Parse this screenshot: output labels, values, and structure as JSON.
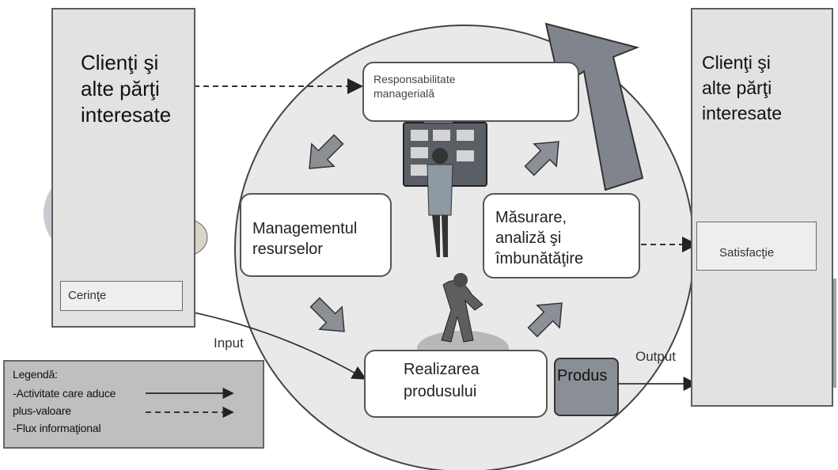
{
  "left_panel": {
    "title_lines": [
      "Clienţi şi",
      "alte părţi",
      "interesate"
    ],
    "box_label": "Cerinţe"
  },
  "right_panel": {
    "title_lines": [
      "Clienţi şi",
      "alte părţi",
      "interesate"
    ],
    "box_label": "Satisfacţie"
  },
  "processes": {
    "top_lines": [
      "Responsabilitate",
      "managerială"
    ],
    "left_lines": [
      "Managementul",
      "resurselor"
    ],
    "right_lines": [
      "Măsurare,",
      "analiză şi",
      "îmbunătăţire"
    ],
    "bottom_lines": [
      "Realizarea",
      "produsului"
    ]
  },
  "product_label": "Produs",
  "input_label": "Input",
  "output_label": "Output",
  "legend": {
    "title": "Legendă:",
    "value_line1": "-Activitate care aduce",
    "value_line2": "plus-valoare",
    "info_line": "-Flux informaţional"
  },
  "colors": {
    "arrow_gray": "#7a7f86",
    "panel_bg": "#e2e2e2",
    "legend_bg": "#bfbfbf",
    "circle_bg": "#e9e9e9"
  }
}
